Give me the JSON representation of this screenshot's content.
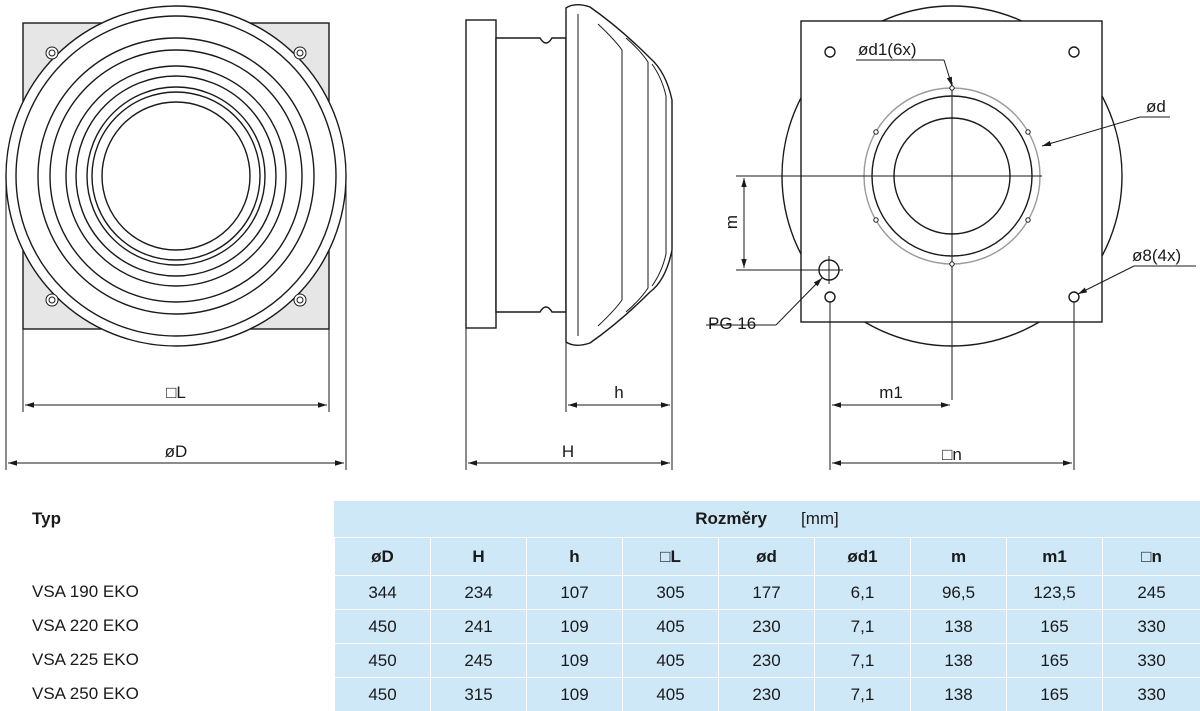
{
  "drawing": {
    "labels": {
      "front_side_L": "□L",
      "front_diameter_D": "øD",
      "side_h": "h",
      "side_H": "H",
      "back_d1": "ød1(6x)",
      "back_d": "ød",
      "back_m": "m",
      "back_holes": "ø8(4x)",
      "back_pg": "PG 16",
      "back_m1": "m1",
      "back_n": "□n"
    }
  },
  "table": {
    "type_header": "Typ",
    "dimensions_header": "Rozměry",
    "unit": "[mm]",
    "columns": [
      "øD",
      "H",
      "h",
      "□L",
      "ød",
      "ød1",
      "m",
      "m1",
      "□n"
    ],
    "rows": [
      {
        "model": "VSA 190 EKO",
        "values": [
          "344",
          "234",
          "107",
          "305",
          "177",
          "6,1",
          "96,5",
          "123,5",
          "245"
        ]
      },
      {
        "model": "VSA 220 EKO",
        "values": [
          "450",
          "241",
          "109",
          "405",
          "230",
          "7,1",
          "138",
          "165",
          "330"
        ]
      },
      {
        "model": "VSA 225 EKO",
        "values": [
          "450",
          "245",
          "109",
          "405",
          "230",
          "7,1",
          "138",
          "165",
          "330"
        ]
      },
      {
        "model": "VSA 250 EKO",
        "values": [
          "450",
          "315",
          "109",
          "405",
          "230",
          "7,1",
          "138",
          "165",
          "330"
        ]
      }
    ]
  },
  "colors": {
    "table_fill": "#cfe8f7",
    "ink": "#1a1a1a"
  }
}
